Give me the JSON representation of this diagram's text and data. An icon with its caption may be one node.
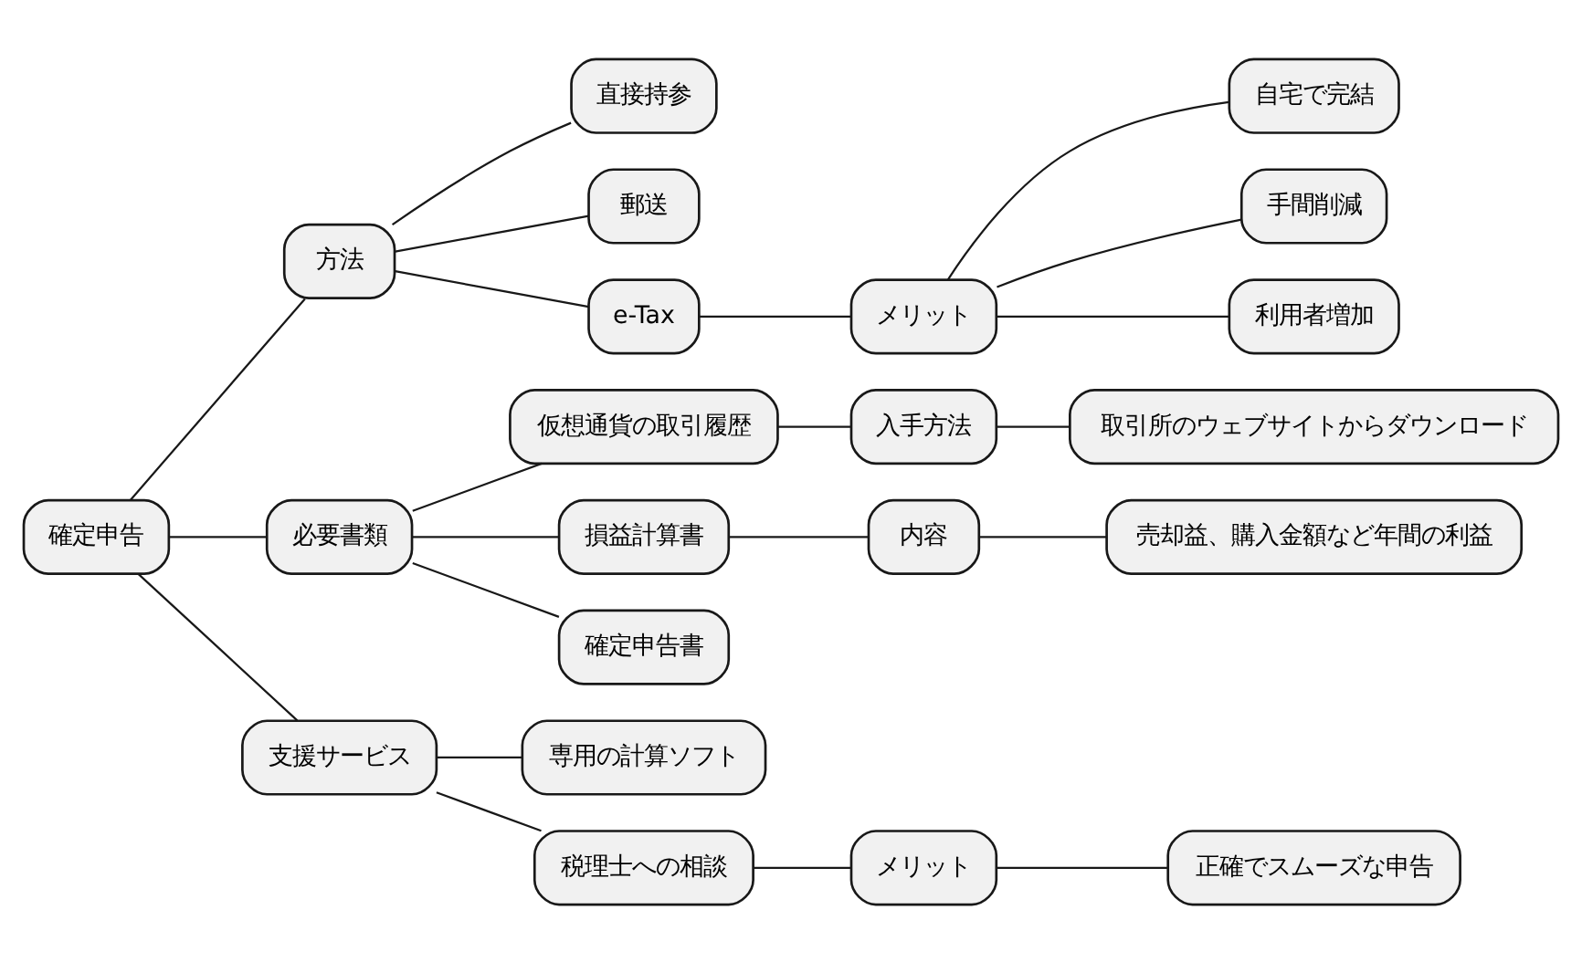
{
  "diagram": {
    "nodes": [
      {
        "text": [
          "確定申告"
        ]
      },
      {
        "text": [
          "方法"
        ]
      },
      {
        "text": [
          "直接持参"
        ]
      },
      {
        "text": [
          "郵送"
        ]
      },
      {
        "text": [
          "e-Tax"
        ]
      },
      {
        "text": [
          "メリット"
        ]
      },
      {
        "text": [
          "自宅で完結"
        ]
      },
      {
        "text": [
          "手間削減"
        ]
      },
      {
        "text": [
          "利用者増加"
        ]
      },
      {
        "text": [
          "必要書類"
        ]
      },
      {
        "text": [
          "仮想通貨の取引履歴"
        ]
      },
      {
        "text": [
          "入手方法"
        ]
      },
      {
        "text": [
          "取引所のウェブサイトからダウンロード"
        ]
      },
      {
        "text": [
          "損益計算書"
        ]
      },
      {
        "text": [
          "内容"
        ]
      },
      {
        "text": [
          "売却益、購入金額など年間の利益"
        ]
      },
      {
        "text": [
          "確定申告書"
        ]
      },
      {
        "text": [
          "支援サービス"
        ]
      },
      {
        "text": [
          "専用の計算ソフト"
        ]
      },
      {
        "text": [
          "税理士への相談"
        ]
      },
      {
        "text": [
          "メリット"
        ]
      },
      {
        "text": [
          "正確でスムーズな申告"
        ]
      }
    ],
    "edges": [
      {
        "from": 0,
        "to": 1,
        "arrow": "none"
      },
      {
        "from": 1,
        "to": 2,
        "arrow": "none"
      },
      {
        "from": 1,
        "to": 3,
        "arrow": "none"
      },
      {
        "from": 1,
        "to": 4,
        "arrow": "none"
      },
      {
        "from": 4,
        "to": 5,
        "arrow": "none"
      },
      {
        "from": 5,
        "to": 6,
        "arrow": "none"
      },
      {
        "from": 5,
        "to": 7,
        "arrow": "none"
      },
      {
        "from": 5,
        "to": 8,
        "arrow": "none"
      },
      {
        "from": 0,
        "to": 9,
        "arrow": "none"
      },
      {
        "from": 9,
        "to": 10,
        "arrow": "none"
      },
      {
        "from": 10,
        "to": 11,
        "arrow": "none"
      },
      {
        "from": 11,
        "to": 12,
        "arrow": "none"
      },
      {
        "from": 9,
        "to": 13,
        "arrow": "none"
      },
      {
        "from": 13,
        "to": 14,
        "arrow": "none"
      },
      {
        "from": 14,
        "to": 15,
        "arrow": "none"
      },
      {
        "from": 9,
        "to": 16,
        "arrow": "none"
      },
      {
        "from": 0,
        "to": 17,
        "arrow": "none"
      },
      {
        "from": 17,
        "to": 18,
        "arrow": "none"
      },
      {
        "from": 17,
        "to": 19,
        "arrow": "none"
      },
      {
        "from": 19,
        "to": 20,
        "arrow": "none"
      },
      {
        "from": 20,
        "to": 21,
        "arrow": "none"
      }
    ]
  }
}
